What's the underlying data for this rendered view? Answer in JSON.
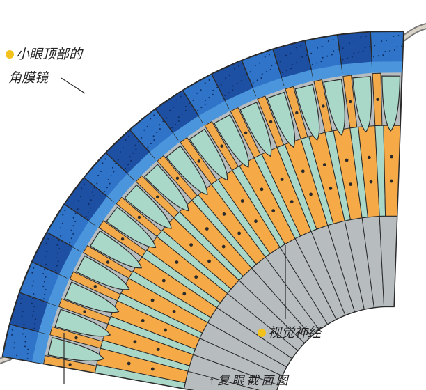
{
  "labels": {
    "corneal_lens_line1": "小眼顶部的",
    "corneal_lens_line2": "角膜镜",
    "optic_nerve": "视觉神经",
    "caption": "↑复眼截面图"
  },
  "colors": {
    "cornea_dark": "#1d4fa3",
    "cornea_mid": "#2f74c8",
    "cornea_light": "#4a95dc",
    "crystalline_cone": "#a9d7c8",
    "pigment_cell": "#f2a94a",
    "rhabdom_orange": "#f5a947",
    "rhabdom_green": "#a9d7c8",
    "nerve_gray": "#b7bcbf",
    "outline": "#2a2a2a",
    "label_dot": "#f2c11c"
  }
}
